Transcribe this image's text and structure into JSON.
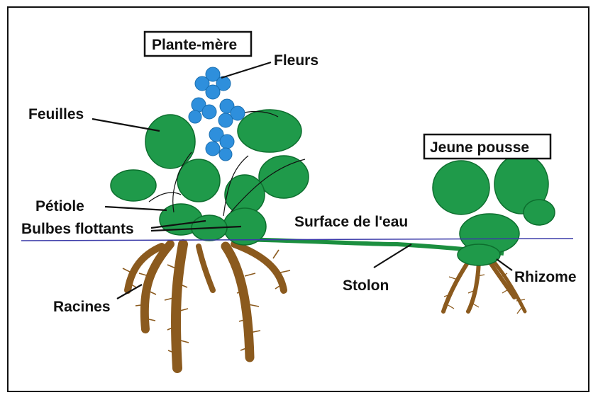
{
  "labels": {
    "plante_mere": "Plante-mère",
    "fleurs": "Fleurs",
    "feuilles": "Feuilles",
    "petiole": "Pétiole",
    "bulbes": "Bulbes flottants",
    "surface": "Surface de l'eau",
    "jeune_pousse": "Jeune pousse",
    "stolon": "Stolon",
    "rhizome": "Rhizome",
    "racines": "Racines"
  },
  "colors": {
    "leaf": "#1f9a4a",
    "flower": "#2e8fdc",
    "root": "#8b5a1e",
    "water_line": "#3a3aa8"
  }
}
